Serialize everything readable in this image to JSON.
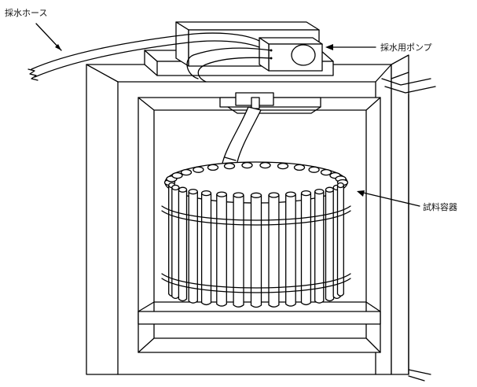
{
  "labels": {
    "hose": "採水ホース",
    "pump": "採水用ポンプ",
    "sample_container": "試料容器"
  },
  "colors": {
    "line": "#000000",
    "background": "#ffffff"
  }
}
